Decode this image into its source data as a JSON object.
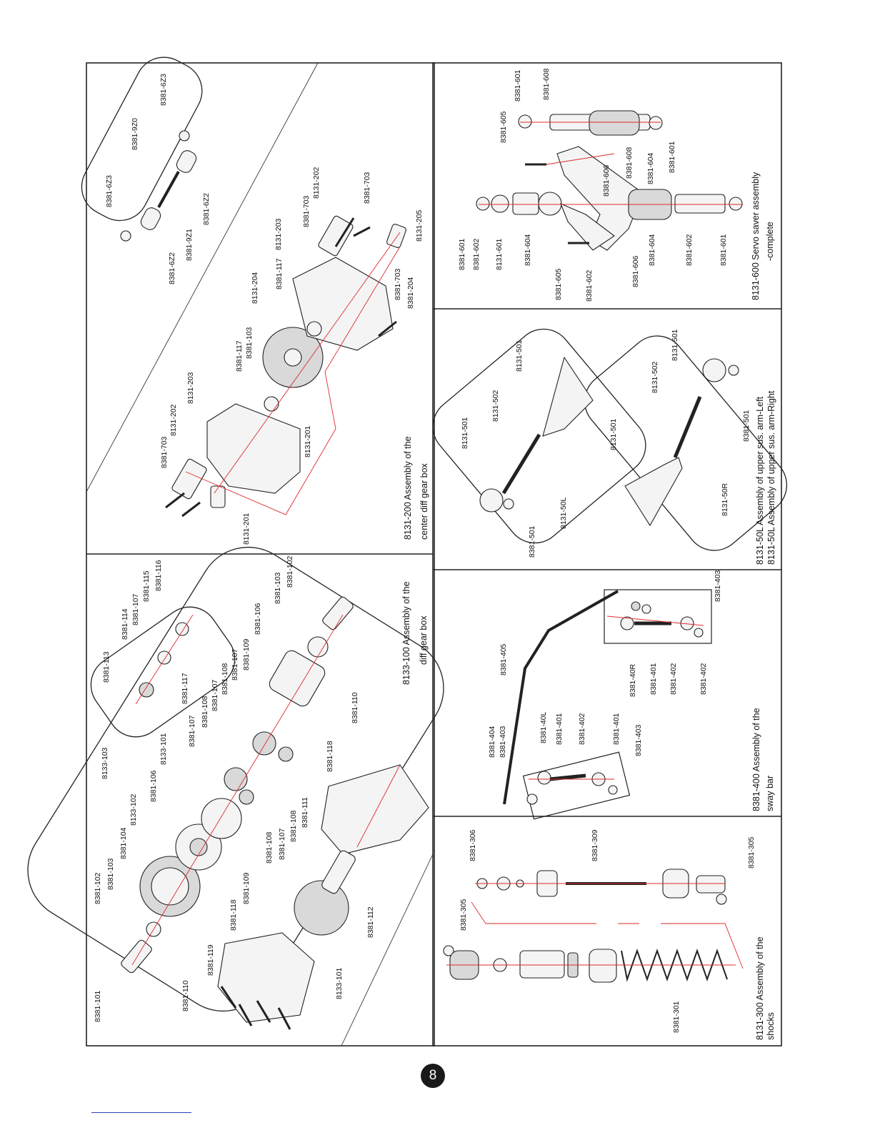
{
  "page_number": "8",
  "panels": {
    "diff_gear_box": {
      "title_line1": "8133-100 Assembly of the",
      "title_line2": "diff gear box",
      "labels": {
        "p8381_101": "8381-101",
        "p8381_102a": "8381-102",
        "p8381_103a": "8381-103",
        "p8381_104": "8381-104",
        "p8133_102": "8133-102",
        "p8381_106a": "8381-106",
        "p8381_107a": "8381-107",
        "p8381_108a": "8381-108",
        "p8381_107b": "8381-107",
        "p8381_108b": "8381-108",
        "p8381_107c": "8381-107",
        "p8381_109a": "8381-109",
        "p8381_106b": "8381-106",
        "p8381_103b": "8381-103",
        "p8381_102b": "8381-102",
        "p8381_110a": "8381-110",
        "p8381_110b": "8381-110",
        "p8381_109b": "8381-109",
        "p8381_108c": "8381-108",
        "p8381_107d": "8381-107",
        "p8381_108d": "8381-108",
        "p8381_111": "8381-111",
        "p8381_118a": "8381-118",
        "p8381_118b": "8381-118",
        "p8381_119": "8381-119",
        "p8133_101a": "8133-101",
        "p8381_112": "8381-112",
        "p8133_103": "8133-103",
        "p8381_113": "8381-113",
        "p8381_114": "8381-114",
        "p8381_107e": "8381-107",
        "p8381_115": "8381-115",
        "p8381_116": "8381-116",
        "p8381_117": "8381-117",
        "p8133_101b": "8133-101"
      }
    },
    "center_diff": {
      "title_line1": "8131-200 Assembly of the",
      "title_line2": "center diff gear box",
      "labels": {
        "p8381_6Z3a": "8381-6Z3",
        "p8381_9Z0": "8381-9Z0",
        "p8381_6Z3b": "8381-6Z3",
        "p8381_6Z2a": "8381-6Z2",
        "p8381_9Z1": "8381-9Z1",
        "p8381_6Z2b": "8381-6Z2",
        "p8381_703a": "8381-703",
        "p8131_202a": "8131-202",
        "p8131_203a": "8131-203",
        "p8381_117a": "8381-117",
        "p8381_103": "8381-103",
        "p8131_201a": "8131-201",
        "p8131_201b": "8131-201",
        "p8131_204": "8131-204",
        "p8381_117b": "8381-117",
        "p8131_203b": "8131-203",
        "p8381_703b": "8381-703",
        "p8131_202b": "8131-202",
        "p8381_703c": "8381-703",
        "p8381_703d": "8381-703",
        "p8381_204": "8381-204",
        "p8131_205": "8131-205"
      }
    },
    "servo_saver": {
      "title_line1": "8131-600 Servo saver assembly",
      "title_line2": "-complete",
      "labels": {
        "p8381_601a": "8381-601",
        "p8381_608a": "8381-608",
        "p8381_605a": "8381-605",
        "p8381_606a": "8381-606",
        "p8381_608b": "8381-608",
        "p8381_604a": "8381-604",
        "p8381_601b": "8381-601",
        "p8381_601c": "8381-601",
        "p8381_602a": "8381-602",
        "p8131_601": "8131-601",
        "p8381_604b": "8381-604",
        "p8381_605b": "8381-605",
        "p8381_602b": "8381-602",
        "p8381_606b": "8381-606",
        "p8381_604c": "8381-604",
        "p8381_602c": "8381-602",
        "p8381_601d": "8381-601"
      }
    },
    "upper_sus_arm": {
      "title_line1": "8131-50L  Assembly of upper sus. arm-Left",
      "title_line2": "8131-50L  Assembly of upper sus. arm-Right",
      "labels": {
        "p8131_501a": "8131-501",
        "p8131_502a": "8131-502",
        "p8131_501b": "8131-501",
        "p8381_501a": "8381-501",
        "p8131_50L": "8131-50L",
        "p8131_501c": "8131-501",
        "p8131_502b": "8131-502",
        "p8131_501d": "8131-501",
        "p8131_50R": "8131-50R",
        "p8381_501b": "8381-501"
      }
    },
    "sway_bar": {
      "title_line1": "8381-400 Assembly of the",
      "title_line2": "sway bar",
      "labels": {
        "p8381_405": "8381-405",
        "p8381_404": "8381-404",
        "p8381_403a": "8381-403",
        "p8381_40L": "8381-40L",
        "p8381_401a": "8381-401",
        "p8381_402a": "8381-402",
        "p8381_401b": "8381-401",
        "p8381_403b": "8381-403",
        "p8381_40R": "8381-40R",
        "p8381_401c": "8381-401",
        "p8381_402b": "8381-402",
        "p8381_402c": "8381-402",
        "p8381_403c": "8381-403"
      }
    },
    "shocks": {
      "title_line1": "8131-300 Assembly of the",
      "title_line2": "shocks",
      "labels": {
        "p8381_306": "8381-306",
        "p8381_309": "8381-309",
        "p8381_305a": "8381-305",
        "p8381_305b": "8381-305",
        "p8381_301": "8381-301"
      }
    }
  }
}
